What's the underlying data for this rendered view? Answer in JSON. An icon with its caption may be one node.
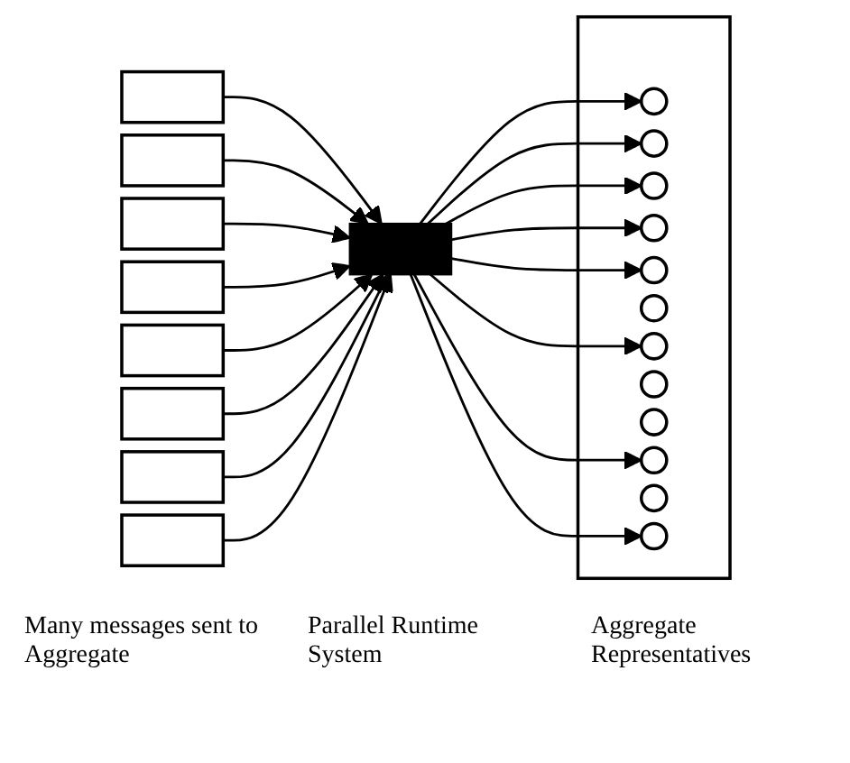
{
  "diagram": {
    "nodes": [
      {
        "text": [],
        "shape": "box"
      },
      {
        "text": [],
        "shape": "box"
      },
      {
        "text": [],
        "shape": "box"
      },
      {
        "text": [],
        "shape": "box"
      },
      {
        "text": [],
        "shape": "box"
      },
      {
        "text": [],
        "shape": "box"
      },
      {
        "text": [],
        "shape": "box"
      },
      {
        "text": [],
        "shape": "box"
      },
      {
        "text": [],
        "shape": "bar"
      },
      {
        "text": [],
        "shape": "box"
      },
      {
        "text": [],
        "shape": "circle",
        "in": 9
      },
      {
        "text": [],
        "shape": "circle",
        "in": 9
      },
      {
        "text": [],
        "shape": "circle",
        "in": 9
      },
      {
        "text": [],
        "shape": "circle",
        "in": 9
      },
      {
        "text": [],
        "shape": "circle",
        "in": 9
      },
      {
        "text": [],
        "shape": "circle",
        "in": 9
      },
      {
        "text": [],
        "shape": "circle",
        "in": 9
      },
      {
        "text": [],
        "shape": "circle",
        "in": 9
      },
      {
        "text": [],
        "shape": "circle",
        "in": 9
      },
      {
        "text": [],
        "shape": "circle",
        "in": 9
      },
      {
        "text": [],
        "shape": "circle",
        "in": 9
      },
      {
        "text": [],
        "shape": "circle",
        "in": 9
      }
    ],
    "edges": [
      {
        "from": 0,
        "to": 8,
        "arrow": "to"
      },
      {
        "from": 1,
        "to": 8,
        "arrow": "to"
      },
      {
        "from": 2,
        "to": 8,
        "arrow": "to"
      },
      {
        "from": 3,
        "to": 8,
        "arrow": "to"
      },
      {
        "from": 4,
        "to": 8,
        "arrow": "to"
      },
      {
        "from": 5,
        "to": 8,
        "arrow": "to"
      },
      {
        "from": 6,
        "to": 8,
        "arrow": "to"
      },
      {
        "from": 7,
        "to": 8,
        "arrow": "to"
      },
      {
        "from": 8,
        "to": 10,
        "arrow": "to"
      },
      {
        "from": 8,
        "to": 16,
        "arrow": "to"
      },
      {
        "from": 8,
        "to": 13,
        "arrow": "to"
      },
      {
        "from": 8,
        "to": 11,
        "arrow": "to"
      },
      {
        "from": 8,
        "to": 19,
        "arrow": "to"
      },
      {
        "from": 8,
        "to": 12,
        "arrow": "to"
      },
      {
        "from": 8,
        "to": 14,
        "arrow": "to"
      },
      {
        "from": 8,
        "to": 21,
        "arrow": "to"
      }
    ],
    "labels": [
      "Many messages sent to Aggregate",
      "Parallel Runtime System",
      "Aggregate Representatives"
    ]
  }
}
